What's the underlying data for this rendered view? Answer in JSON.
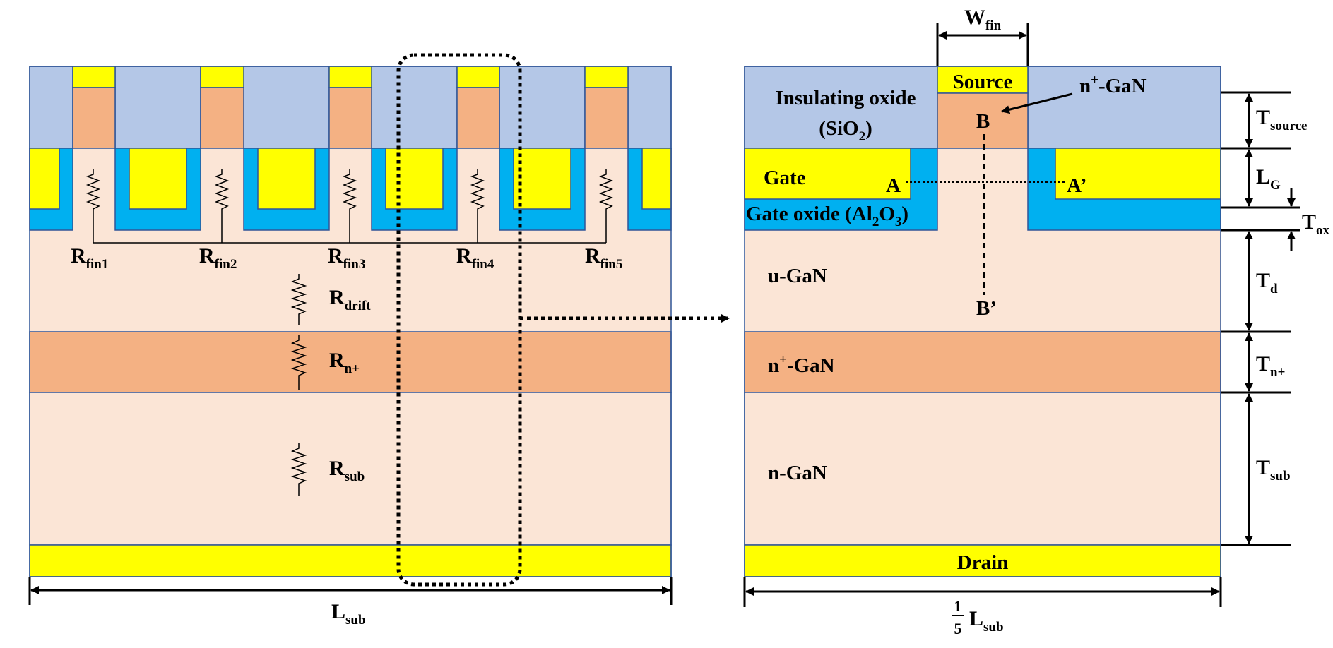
{
  "colors": {
    "oxide": "#b4c7e7",
    "metal": "#ffff00",
    "nplus": "#f4b183",
    "ugan": "#fbe5d6",
    "gate_oxide": "#00b0f0",
    "outline": "#2f5597"
  },
  "left": {
    "resistors": [
      {
        "base": "R",
        "sub": "fin1"
      },
      {
        "base": "R",
        "sub": "fin2"
      },
      {
        "base": "R",
        "sub": "fin3"
      },
      {
        "base": "R",
        "sub": "fin4"
      },
      {
        "base": "R",
        "sub": "fin5"
      },
      {
        "base": "R",
        "sub": "drift"
      },
      {
        "base": "R",
        "sub": "n+"
      },
      {
        "base": "R",
        "sub": "sub"
      }
    ],
    "width_label": {
      "base": "L",
      "sub": "sub"
    }
  },
  "right": {
    "insulating_oxide": "Insulating oxide",
    "sio2_open": "(SiO",
    "sio2_sub": "2",
    "sio2_close": ")",
    "source": "Source",
    "nplus_gan_pointer": {
      "sup": "+",
      "pre": "n",
      "post": "-GaN"
    },
    "gate": "Gate",
    "gate_oxide": {
      "t1": "Gate oxide (Al",
      "s1": "2",
      "t2": "O",
      "s2": "3",
      "t3": ")"
    },
    "ugan": "u-GaN",
    "nplus_gan": {
      "pre": "n",
      "sup": "+",
      "post": "-GaN"
    },
    "ngan": "n-GaN",
    "drain": "Drain",
    "point_a": "A",
    "point_a_prime": "A’",
    "point_b": "B",
    "point_b_prime": "B’",
    "wfin": {
      "base": "W",
      "sub": "fin"
    },
    "dims": [
      {
        "base": "T",
        "sub": "source"
      },
      {
        "base": "L",
        "sub": "G"
      },
      {
        "base": "T",
        "sub": "ox"
      },
      {
        "base": "T",
        "sub": "d"
      },
      {
        "base": "T",
        "sub": "n+"
      },
      {
        "base": "T",
        "sub": "sub"
      }
    ],
    "width_label": {
      "num": "1",
      "den": "5",
      "base": "L",
      "sub": "sub"
    }
  }
}
